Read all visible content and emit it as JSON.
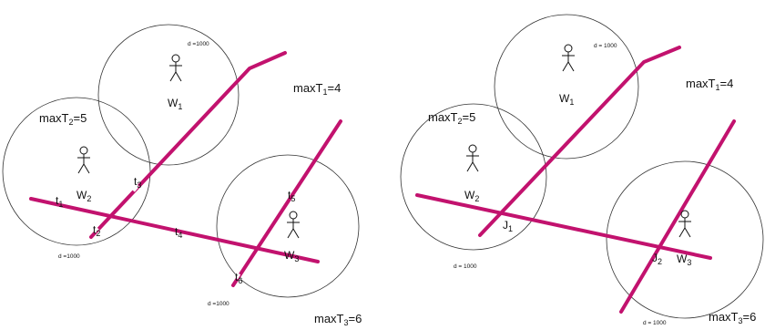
{
  "colors": {
    "path": "#c2126e",
    "circle": "#333333",
    "text": "#111111"
  },
  "icons": [
    "person-icon"
  ],
  "left": {
    "max_labels": [
      {
        "base": "maxT",
        "sub": "1",
        "rest": "=4"
      },
      {
        "base": "maxT",
        "sub": "2",
        "rest": "=5"
      },
      {
        "base": "maxT",
        "sub": "3",
        "rest": "=6"
      }
    ],
    "workers": [
      {
        "base": "W",
        "sub": "1"
      },
      {
        "base": "W",
        "sub": "2"
      },
      {
        "base": "W",
        "sub": "3"
      }
    ],
    "distances": [
      "d =1000",
      "d =1000",
      "d =1000"
    ],
    "task_points": [
      {
        "base": "t",
        "sub": "1"
      },
      {
        "base": "t",
        "sub": "2"
      },
      {
        "base": "t",
        "sub": "3"
      },
      {
        "base": "t",
        "sub": "4"
      },
      {
        "base": "t",
        "sub": "5"
      },
      {
        "base": "t",
        "sub": "6"
      }
    ]
  },
  "right": {
    "max_labels": [
      {
        "base": "maxT",
        "sub": "1",
        "rest": "=4"
      },
      {
        "base": "maxT",
        "sub": "2",
        "rest": "=5"
      },
      {
        "base": "maxT",
        "sub": "3",
        "rest": "=6"
      }
    ],
    "workers": [
      {
        "base": "W",
        "sub": "1"
      },
      {
        "base": "W",
        "sub": "2"
      },
      {
        "base": "W",
        "sub": "3"
      }
    ],
    "distances": [
      "d = 1000",
      "d = 1000",
      "d = 1000"
    ],
    "junctions": [
      {
        "base": "J",
        "sub": "1"
      },
      {
        "base": "J",
        "sub": "2"
      }
    ]
  }
}
